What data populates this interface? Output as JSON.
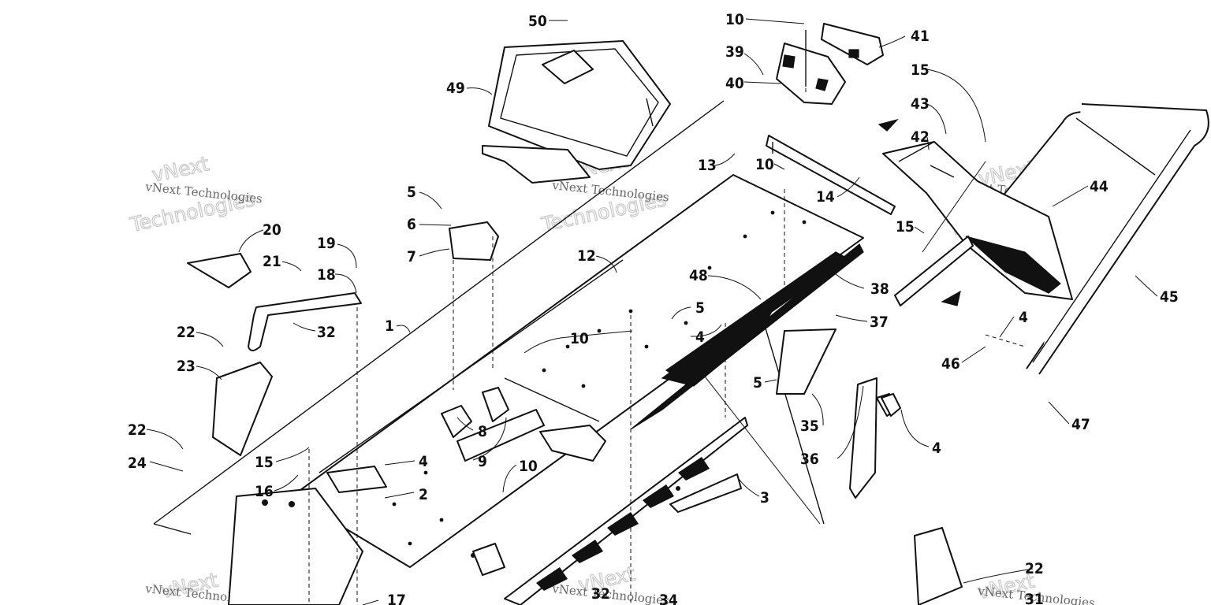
{
  "watermark": {
    "line1": "vNext Technologies",
    "line2": "vNext",
    "line3": "Technologies"
  },
  "callouts": [
    {
      "id": "c50",
      "label": "50"
    },
    {
      "id": "c49",
      "label": "49"
    },
    {
      "id": "c10a",
      "label": "10"
    },
    {
      "id": "c39",
      "label": "39"
    },
    {
      "id": "c40",
      "label": "40"
    },
    {
      "id": "c41",
      "label": "41"
    },
    {
      "id": "c15a",
      "label": "15"
    },
    {
      "id": "c43",
      "label": "43"
    },
    {
      "id": "c42",
      "label": "42"
    },
    {
      "id": "c13",
      "label": "13"
    },
    {
      "id": "c10b",
      "label": "10"
    },
    {
      "id": "c14",
      "label": "14"
    },
    {
      "id": "c44",
      "label": "44"
    },
    {
      "id": "c15b",
      "label": "15"
    },
    {
      "id": "c5a",
      "label": "5"
    },
    {
      "id": "c6",
      "label": "6"
    },
    {
      "id": "c7",
      "label": "7"
    },
    {
      "id": "c20",
      "label": "20"
    },
    {
      "id": "c21",
      "label": "21"
    },
    {
      "id": "c19",
      "label": "19"
    },
    {
      "id": "c18",
      "label": "18"
    },
    {
      "id": "c12",
      "label": "12"
    },
    {
      "id": "c48",
      "label": "48"
    },
    {
      "id": "c38",
      "label": "38"
    },
    {
      "id": "c1",
      "label": "1"
    },
    {
      "id": "c22a",
      "label": "22"
    },
    {
      "id": "c32a",
      "label": "32"
    },
    {
      "id": "c23",
      "label": "23"
    },
    {
      "id": "c10c",
      "label": "10"
    },
    {
      "id": "c5b",
      "label": "5"
    },
    {
      "id": "c4a",
      "label": "4"
    },
    {
      "id": "c37",
      "label": "37"
    },
    {
      "id": "c45",
      "label": "45"
    },
    {
      "id": "c4b",
      "label": "4"
    },
    {
      "id": "c46",
      "label": "46"
    },
    {
      "id": "c5c",
      "label": "5"
    },
    {
      "id": "c35",
      "label": "35"
    },
    {
      "id": "c47",
      "label": "47"
    },
    {
      "id": "c22b",
      "label": "22"
    },
    {
      "id": "c8",
      "label": "8"
    },
    {
      "id": "c9",
      "label": "9"
    },
    {
      "id": "c24",
      "label": "24"
    },
    {
      "id": "c15c",
      "label": "15"
    },
    {
      "id": "c4c",
      "label": "4"
    },
    {
      "id": "c4d",
      "label": "4"
    },
    {
      "id": "c36",
      "label": "36"
    },
    {
      "id": "c16",
      "label": "16"
    },
    {
      "id": "c2",
      "label": "2"
    },
    {
      "id": "c10d",
      "label": "10"
    },
    {
      "id": "c3",
      "label": "3"
    },
    {
      "id": "c17",
      "label": "17"
    },
    {
      "id": "c32b",
      "label": "32"
    },
    {
      "id": "c34",
      "label": "34"
    },
    {
      "id": "c22c",
      "label": "22"
    },
    {
      "id": "c31",
      "label": "31"
    }
  ]
}
